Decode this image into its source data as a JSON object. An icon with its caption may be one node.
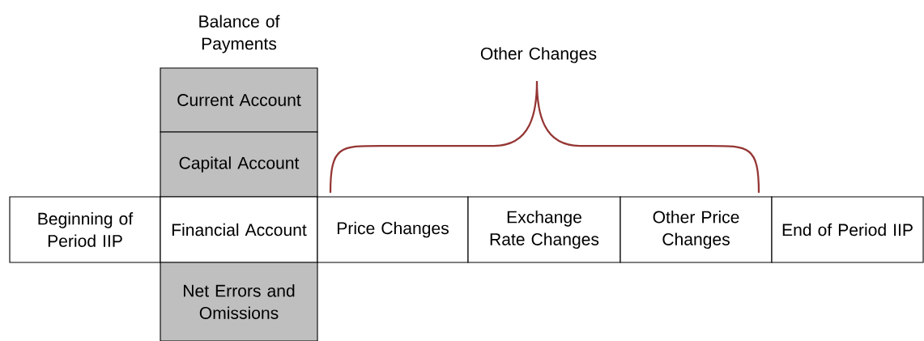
{
  "diagram": {
    "nodes": [
      {
        "text": [
          "Current Account"
        ]
      },
      {
        "text": [
          "Capital Account"
        ]
      },
      {
        "text": [
          "Beginning of Period IIP"
        ]
      },
      {
        "text": [
          "Financial Account"
        ]
      },
      {
        "text": [
          "Price Changes"
        ]
      },
      {
        "text": [
          "Exchange Rate Changes"
        ]
      },
      {
        "text": [
          "Other Price Changes"
        ]
      },
      {
        "text": [
          "End of Period IIP"
        ]
      },
      {
        "text": [
          "Net Errors and Omissions"
        ]
      }
    ],
    "labels": [
      "Balance of Payments",
      "Other Changes"
    ]
  }
}
